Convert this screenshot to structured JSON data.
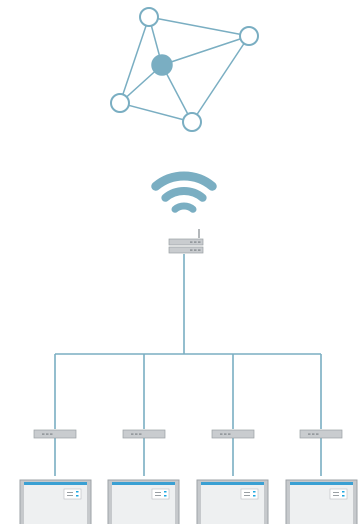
{
  "colors": {
    "accent": "#7aaec2",
    "node_fill": "#ffffff",
    "device_body": "#c6c9cc",
    "device_panel": "#eef0f1",
    "device_edge": "#9ea3a7",
    "screen_bar": "#3aa0d3",
    "label_box": "#ffffff",
    "led": "#1ea7e0",
    "router_body": "#c9cccf",
    "router_edge": "#9aa0a4",
    "router_slots": "#7f858a",
    "background": "#ffffff"
  },
  "diagram": {
    "network_icon": {
      "name": "mesh-network-icon",
      "nodes": 5,
      "hub_nodes": 1
    },
    "wireless_icon": {
      "name": "wifi-signal-icon",
      "arcs": 3
    },
    "gateway": {
      "name": "gateway-router-icon"
    },
    "branches": [
      {
        "switch": "switch-icon",
        "device": "server-rack-icon"
      },
      {
        "switch": "switch-icon",
        "device": "server-rack-icon"
      },
      {
        "switch": "switch-icon",
        "device": "server-rack-icon"
      },
      {
        "switch": "switch-icon",
        "device": "server-rack-icon"
      }
    ]
  }
}
